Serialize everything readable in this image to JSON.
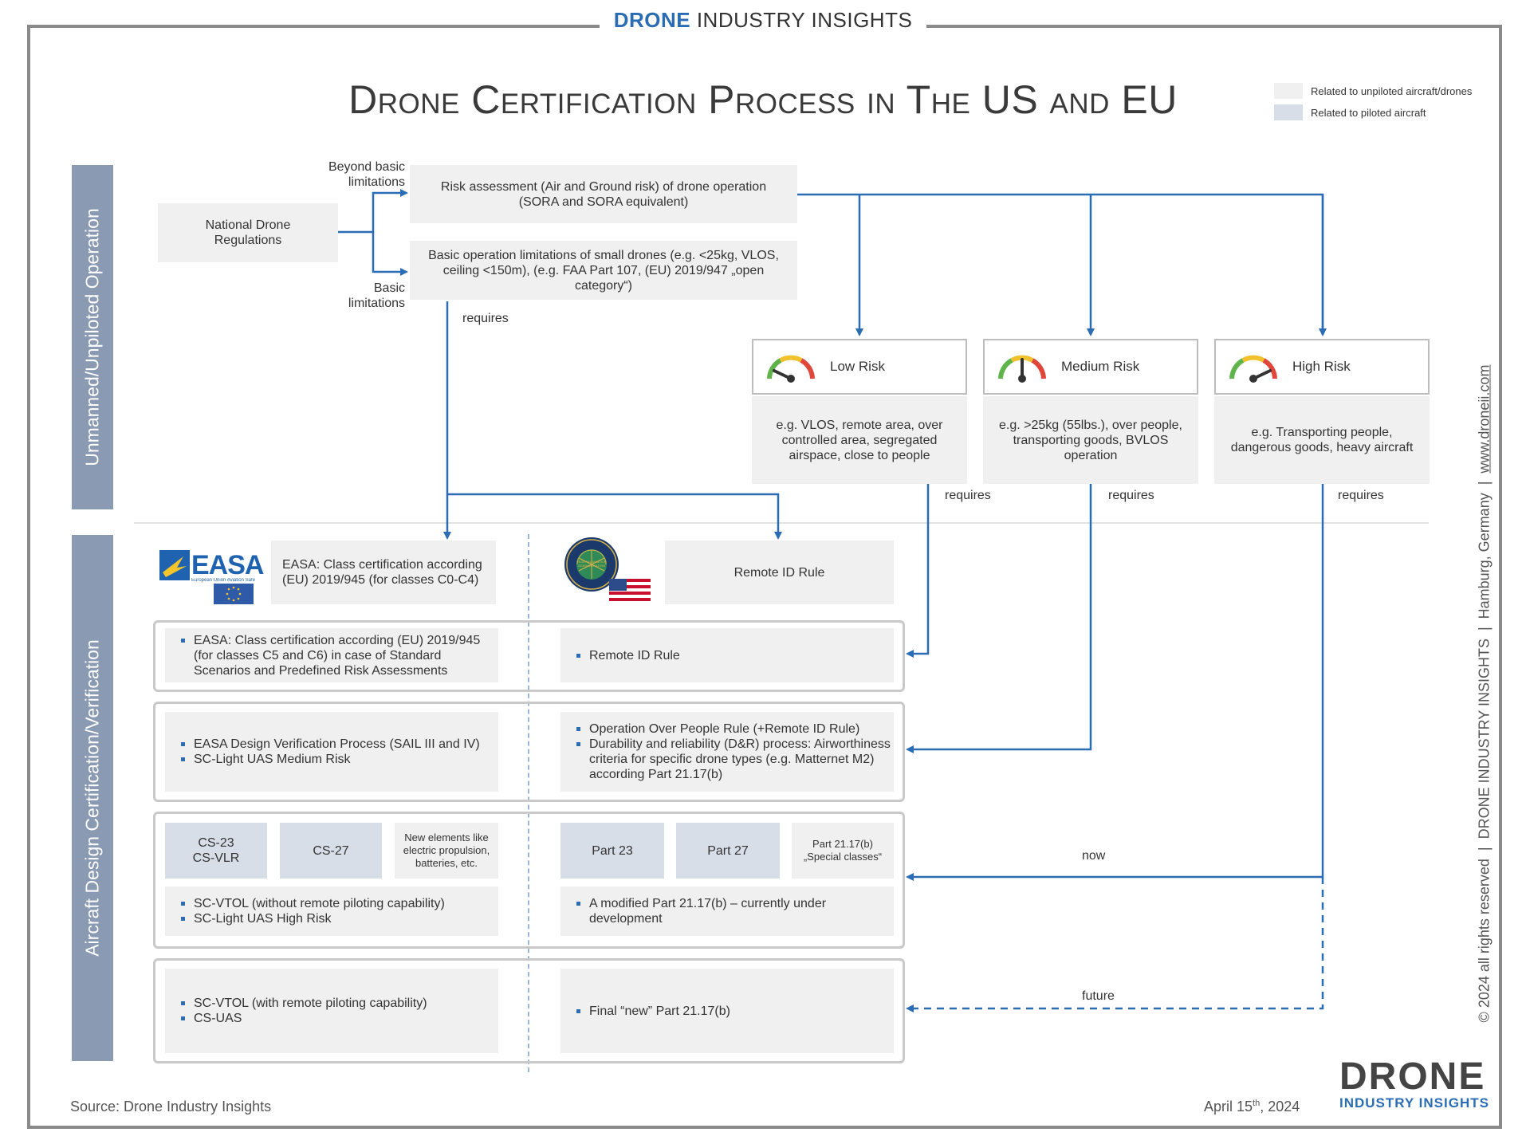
{
  "header": {
    "brand_bold": "DRONE",
    "brand_rest": "INDUSTRY INSIGHTS",
    "title": "Drone Certification Process in The US and EU"
  },
  "legend": [
    {
      "label": "Related to unpiloted aircraft/drones",
      "color": "#f0f0f0"
    },
    {
      "label": "Related to piloted aircraft",
      "color": "#d8dee8"
    }
  ],
  "sidebars": {
    "top": "Unmanned/Unpiloted Operation",
    "bottom": "Aircraft Design Certification/Verification"
  },
  "flow": {
    "national": "National Drone Regulations",
    "beyond_label": "Beyond basic limitations",
    "basic_label": "Basic limitations",
    "risk_assessment": "Risk assessment (Air and Ground risk) of drone operation (SORA and SORA equivalent)",
    "basic_ops": "Basic operation limitations of small drones (e.g. <25kg, VLOS, ceiling <150m), (e.g. FAA Part 107, (EU) 2019/947 „open category“)",
    "requires": "requires",
    "now": "now",
    "future": "future"
  },
  "risks": [
    {
      "title": "Low Risk",
      "desc": "e.g. VLOS, remote area, over controlled area, segregated airspace, close to people",
      "needle": 0.15
    },
    {
      "title": "Medium Risk",
      "desc": "e.g. >25kg (55lbs.), over people, transporting goods, BVLOS operation",
      "needle": 0.5
    },
    {
      "title": "High Risk",
      "desc": "e.g. Transporting people, dangerous goods, heavy aircraft",
      "needle": 0.85
    }
  ],
  "logos": {
    "easa": "EASA",
    "easa_sub": "European Union Aviation Safety Agency",
    "faa": "FEDERAL AVIATION ADMINISTRATION"
  },
  "cert": {
    "easa_class": "EASA: Class certification according (EU) 2019/945 (for classes C0-C4)",
    "remote_id_top": "Remote ID Rule",
    "row1_left": [
      "EASA: Class certification according (EU) 2019/945 (for classes C5 and C6) in case of Standard Scenarios and Predefined Risk Assessments"
    ],
    "row1_right": [
      "Remote ID Rule"
    ],
    "row2_left": [
      "EASA Design Verification Process (SAIL III and IV)",
      "SC-Light UAS Medium Risk"
    ],
    "row2_right": [
      "Operation Over People Rule (+Remote ID Rule)",
      "Durability and reliability (D&R) process: Airworthiness criteria for specific drone types (e.g. Matternet M2) according Part 21.17(b)"
    ],
    "row3_left_boxes": [
      "CS-23\nCS-VLR",
      "CS-27",
      "New elements like electric propulsion, batteries, etc."
    ],
    "row3_right_boxes": [
      "Part 23",
      "Part 27",
      "Part 21.17(b)\n„Special classes“"
    ],
    "row3_left": [
      "SC-VTOL (without remote piloting capability)",
      "SC-Light UAS High Risk"
    ],
    "row3_right": [
      "A modified Part 21.17(b) – currently under development"
    ],
    "row4_left": [
      "SC-VTOL (with remote piloting capability)",
      "CS-UAS"
    ],
    "row4_right": [
      "Final “new” Part 21.17(b)"
    ]
  },
  "footer": {
    "source": "Source: Drone Industry Insights",
    "date_main": "April 15",
    "date_sup": "th",
    "date_year": ", 2024",
    "brand_top": "DRONE",
    "brand_bottom": "INDUSTRY INSIGHTS",
    "credit_pre": "© 2024 all rights reserved  |  DRONE INDUSTRY INSIGHTS  |  Hamburg, Germany  |  ",
    "credit_url": "www.droneii.com"
  },
  "colors": {
    "accent": "#2a6db5",
    "sidebar": "#8a9ab3",
    "box": "#f0f0f0",
    "piloted": "#d8dee8"
  }
}
